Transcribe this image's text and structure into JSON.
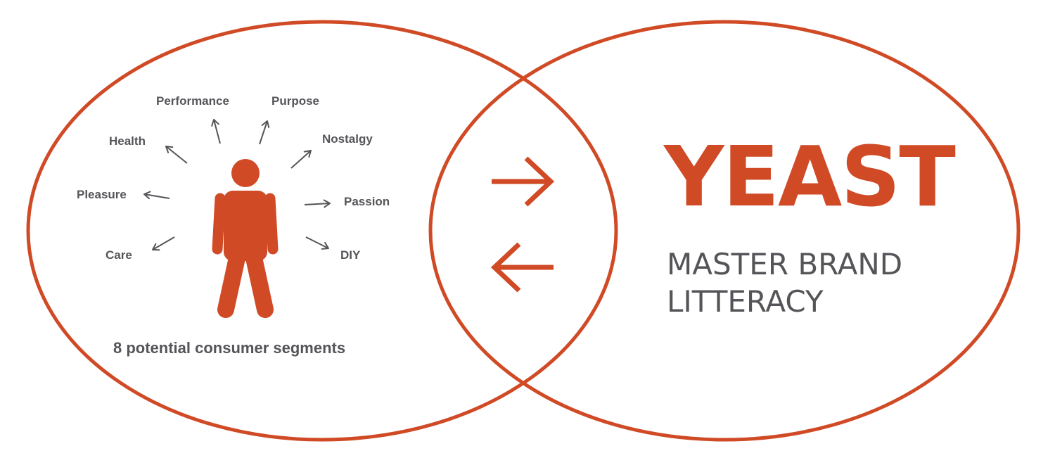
{
  "colors": {
    "accent": "#d04a26",
    "text": "#555559",
    "arrow_gray": "#555559"
  },
  "left_circle": {
    "figure_icon": "person-icon",
    "segments": [
      {
        "label": "Performance"
      },
      {
        "label": "Purpose"
      },
      {
        "label": "Health"
      },
      {
        "label": "Nostalgy"
      },
      {
        "label": "Pleasure"
      },
      {
        "label": "Passion"
      },
      {
        "label": "Care"
      },
      {
        "label": "DIY"
      }
    ],
    "caption": "8 potential consumer segments"
  },
  "center": {
    "top_arrow_icon": "arrow-right-icon",
    "bottom_arrow_icon": "arrow-left-icon"
  },
  "right_circle": {
    "title": "YEAST",
    "subtitle_line1": "MASTER BRAND",
    "subtitle_line2": "LITTERACY"
  }
}
